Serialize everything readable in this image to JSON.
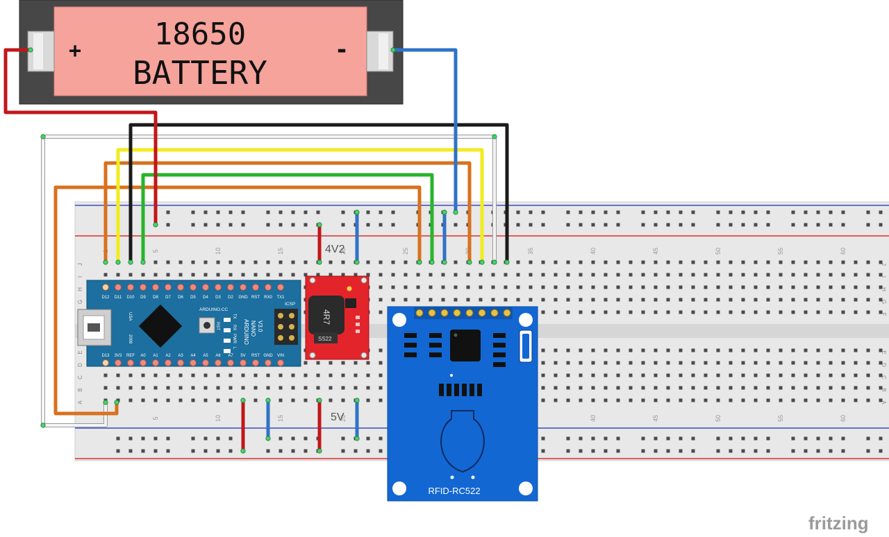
{
  "battery": {
    "model": "18650",
    "word": "BATTERY",
    "plus": "+",
    "minus": "-"
  },
  "breadboard": {
    "row_letters_top": [
      "J",
      "I",
      "H",
      "G",
      "F"
    ],
    "row_letters_bottom": [
      "E",
      "D",
      "C",
      "B",
      "A"
    ],
    "column_numbers": [
      "1",
      "5",
      "10",
      "15",
      "20",
      "25",
      "30",
      "35",
      "40",
      "45",
      "50",
      "55",
      "60"
    ]
  },
  "labels": {
    "top_voltage": "4V2",
    "bottom_voltage": "5V"
  },
  "arduino": {
    "top_pins": [
      "D12",
      "D11",
      "D10",
      "D9",
      "D8",
      "D7",
      "D6",
      "D5",
      "D4",
      "D3",
      "D2",
      "GND",
      "RST",
      "RX0",
      "TX1"
    ],
    "bottom_pins": [
      "D13",
      "3V3",
      "REF",
      "A0",
      "A1",
      "A2",
      "A3",
      "A4",
      "A5",
      "A6",
      "A7",
      "5V",
      "RST",
      "GND",
      "VIN"
    ],
    "brand": "ARDUINO.CC",
    "board_name": "ARDUINO",
    "board_model": "NANO",
    "version": "V3.0",
    "year": "2009",
    "usa": "USA",
    "icsp": "ICSP",
    "rst": "RST",
    "led_tx": "TX",
    "led_rx": "RX",
    "led_pwr": "PWR",
    "led_l": "L"
  },
  "converter": {
    "inductor": "4R7",
    "diode": "SS22"
  },
  "rfid": {
    "name": "RFID-RC522"
  },
  "watermark": "fritzing",
  "colors": {
    "wire_red": "#c0171b",
    "wire_blue": "#2f73c7",
    "wire_black": "#1a1a1a",
    "wire_white": "#d4d4d4",
    "wire_yellow": "#f2ec1f",
    "wire_orange": "#d8711e",
    "wire_green": "#27b52a",
    "battery_body": "#f5a39b",
    "arduino_board": "#1c6f9f",
    "rfid_board": "#1367d2",
    "converter_board": "#e3242b",
    "breadboard": "#e9e9e9"
  }
}
